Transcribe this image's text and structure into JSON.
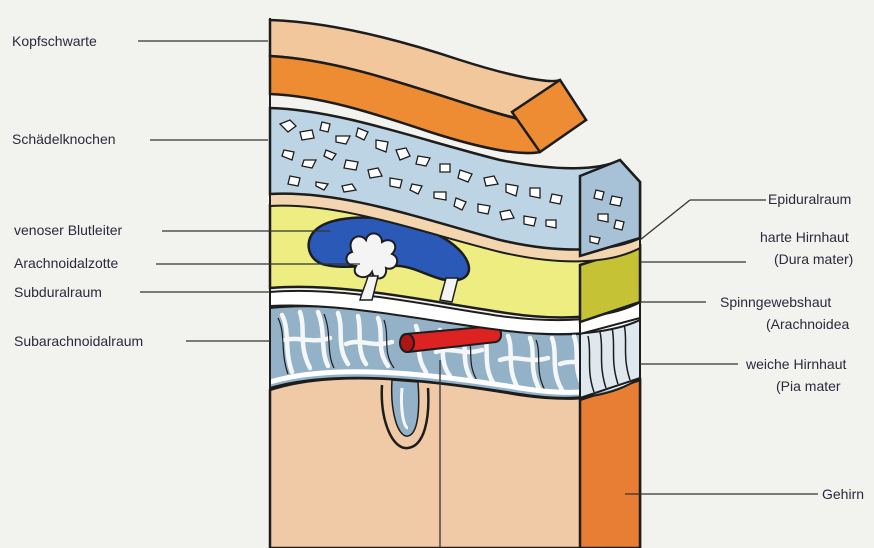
{
  "labels_left": {
    "kopfschwarte": "Kopfschwarte",
    "schaedelknochen": "Schädelknochen",
    "blutleiter": "venoser Blutleiter",
    "zotte": "Arachnoidalzotte",
    "subdural": "Subduralraum",
    "subarachnoidal": "Subarachnoidalraum"
  },
  "labels_right": {
    "epidural": "Epiduralraum",
    "harte": "harte Hirnhaut",
    "dura": "(Dura mater)",
    "spinngewebs": "Spinngewebshaut",
    "arachnoidea": "(Arachnoidea",
    "weiche": "weiche Hirnhaut",
    "pia": "(Pia mater",
    "gehirn": "Gehirn"
  },
  "colors": {
    "scalp": "#f2c79c",
    "scalp_side": "#ee8c33",
    "bone": "#bcd4e4",
    "dura": "#eded82",
    "dura_side": "#c5c236",
    "sinus": "#2a59b8",
    "subarachnoid": "#93b2c8",
    "artery": "#dd2222",
    "brain": "#f0caa6",
    "brain_side": "#e87e33",
    "outline": "#1d1d1d"
  }
}
